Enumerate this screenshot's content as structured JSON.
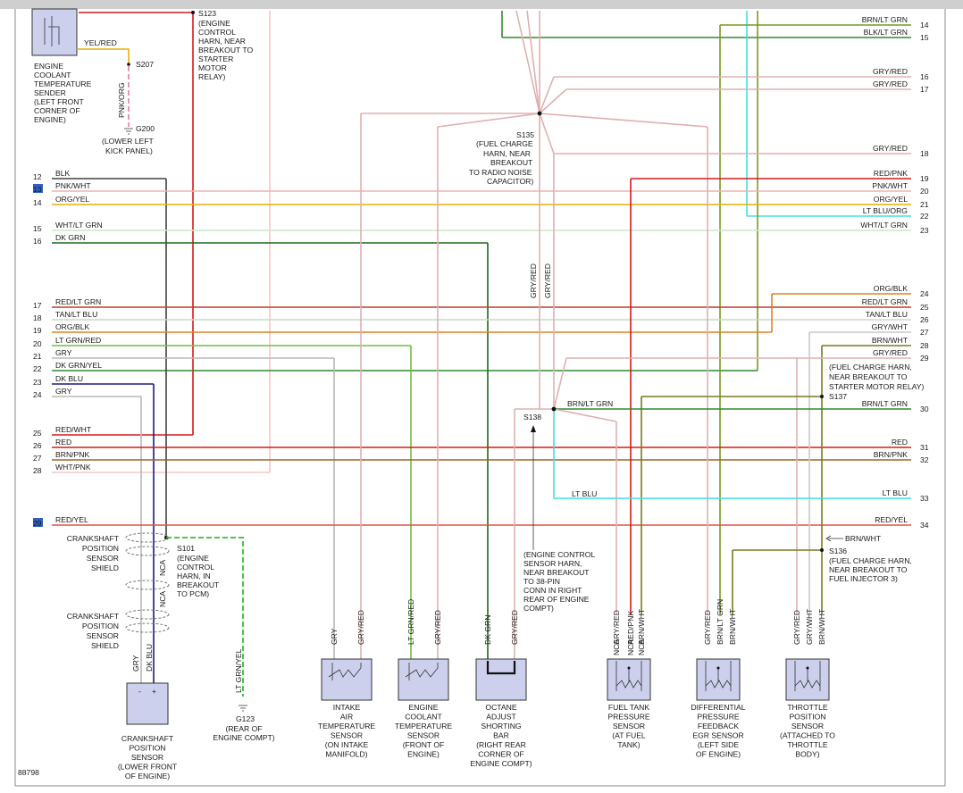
{
  "diagram_id": "88798",
  "colors": {
    "red": "#d81818",
    "pink": "#f0b0b0",
    "lightpink": "#f4c8c8",
    "rose": "#d8a0a0",
    "green": "#2e8b2e",
    "darkgreen": "#1a6a1a",
    "lightgreen": "#8ed08e",
    "gray": "#b8b8b8",
    "orange": "#e08020",
    "yellow": "#e8b000",
    "blue": "#1a1a80",
    "ltblue": "#40e0e0",
    "brown": "#a0602a",
    "olive": "#7a7a20",
    "black": "#404040"
  },
  "left_wires": [
    {
      "num": "12",
      "label": "BLK"
    },
    {
      "num": "13",
      "label": "PNK/WHT"
    },
    {
      "num": "14",
      "label": "ORG/YEL"
    },
    {
      "num": "15",
      "label": "WHT/LT GRN"
    },
    {
      "num": "16",
      "label": "DK GRN"
    },
    {
      "num": "17",
      "label": "RED/LT GRN"
    },
    {
      "num": "18",
      "label": "TAN/LT BLU"
    },
    {
      "num": "19",
      "label": "ORG/BLK"
    },
    {
      "num": "20",
      "label": "LT GRN/RED"
    },
    {
      "num": "21",
      "label": "GRY"
    },
    {
      "num": "22",
      "label": "DK GRN/YEL"
    },
    {
      "num": "23",
      "label": "DK BLU"
    },
    {
      "num": "24",
      "label": "GRY"
    },
    {
      "num": "25",
      "label": "RED/WHT"
    },
    {
      "num": "26",
      "label": "RED"
    },
    {
      "num": "27",
      "label": "BRN/PNK"
    },
    {
      "num": "28",
      "label": "WHT/PNK"
    },
    {
      "num": "29",
      "label": "RED/YEL"
    }
  ],
  "right_wires": [
    {
      "num": "14",
      "label": "BRN/LT GRN"
    },
    {
      "num": "15",
      "label": "BLK/LT GRN"
    },
    {
      "num": "16",
      "label": "GRY/RED"
    },
    {
      "num": "17",
      "label": "GRY/RED"
    },
    {
      "num": "18",
      "label": "GRY/RED"
    },
    {
      "num": "19",
      "label": "RED/PNK"
    },
    {
      "num": "20",
      "label": "PNK/WHT"
    },
    {
      "num": "21",
      "label": "ORG/YEL"
    },
    {
      "num": "22",
      "label": "LT BLU/ORG"
    },
    {
      "num": "23",
      "label": "WHT/LT GRN"
    },
    {
      "num": "24",
      "label": "ORG/BLK"
    },
    {
      "num": "25",
      "label": "RED/LT GRN"
    },
    {
      "num": "26",
      "label": "TAN/LT BLU"
    },
    {
      "num": "27",
      "label": "GRY/WHT"
    },
    {
      "num": "28",
      "label": "BRN/WHT"
    },
    {
      "num": "29",
      "label": "GRY/RED"
    },
    {
      "num": "30",
      "label": "BRN/LT GRN"
    },
    {
      "num": "31",
      "label": "RED"
    },
    {
      "num": "32",
      "label": "BRN/PNK"
    },
    {
      "num": "33",
      "label": "LT BLU"
    },
    {
      "num": "34",
      "label": "RED/YEL"
    }
  ],
  "splices": {
    "s123": {
      "id": "S123",
      "desc": [
        "(ENGINE",
        "CONTROL",
        "HARN, NEAR",
        "BREAKOUT TO",
        "STARTER",
        "MOTOR",
        "RELAY)"
      ]
    },
    "s207": {
      "id": "S207"
    },
    "g200": {
      "id": "G200",
      "desc": [
        "(LOWER LEFT",
        "KICK PANEL)"
      ]
    },
    "s135": {
      "id": "S135",
      "desc": [
        "(FUEL CHARGE",
        "HARN, NEAR",
        "BREAKOUT",
        "TO RADIO NOISE",
        "CAPACITOR)"
      ]
    },
    "s138": {
      "id": "S138",
      "desc": [
        "(ENGINE CONTROL",
        "SENSOR HARN,",
        "NEAR BREAKOUT",
        "TO 38-PIN",
        "CONN IN RIGHT",
        "REAR OF ENGINE",
        "COMPT)"
      ]
    },
    "s137": {
      "id": "S137",
      "desc": [
        "(FUEL CHARGE HARN,",
        "NEAR BREAKOUT TO",
        "STARTER MOTOR RELAY)"
      ]
    },
    "s136": {
      "id": "S136",
      "desc": [
        "(FUEL CHARGE HARN,",
        "NEAR BREAKOUT TO",
        "FUEL INJECTOR 3)"
      ]
    },
    "s101": {
      "id": "S101",
      "desc": [
        "(ENGINE",
        "CONTROL",
        "HARN, IN",
        "BREAKOUT",
        "TO PCM)"
      ]
    },
    "g123": {
      "id": "G123",
      "desc": [
        "(REAR OF",
        "ENGINE COMPT)"
      ]
    }
  },
  "misc_labels": {
    "yel_red": "YEL/RED",
    "pnk_org": "PNK/ORG",
    "gry_red": "GRY/RED",
    "brn_lt_grn": "BRN/LT GRN",
    "lt_blu": "LT BLU",
    "brn_wht": "BRN/WHT",
    "nca": "NCA",
    "lt_grn_yel": "LT GRN/YEL",
    "gry": "GRY",
    "dk_blu": "DK BLU",
    "crank_shield": [
      "CRANKSHAFT",
      "POSITION",
      "SENSOR",
      "SHIELD"
    ],
    "minus": "-",
    "plus": "+"
  },
  "ect_sender": {
    "desc": [
      "ENGINE",
      "COOLANT",
      "TEMPERATURE",
      "SENDER",
      "(LEFT FRONT",
      "CORNER OF",
      "ENGINE)"
    ]
  },
  "sensors": [
    {
      "key": "ckp",
      "pins": [
        "GRY",
        "DK BLU"
      ],
      "desc": [
        "CRANKSHAFT",
        "POSITION",
        "SENSOR",
        "(LOWER FRONT",
        "OF ENGINE)"
      ]
    },
    {
      "key": "iat",
      "pins": [
        "GRY",
        "GRY/RED"
      ],
      "desc": [
        "INTAKE",
        "AIR",
        "TEMPERATURE",
        "SENSOR",
        "(ON INTAKE",
        "MANIFOLD)"
      ]
    },
    {
      "key": "ect",
      "pins": [
        "LT GRN/RED",
        "GRY/RED"
      ],
      "desc": [
        "ENGINE",
        "COOLANT",
        "TEMPERATURE",
        "SENSOR",
        "(FRONT OF",
        "ENGINE)"
      ]
    },
    {
      "key": "oct",
      "pins": [
        "DK GRN",
        "GRY/RED"
      ],
      "desc": [
        "OCTANE",
        "ADJUST",
        "SHORTING",
        "BAR",
        "(RIGHT REAR",
        "CORNER OF",
        "ENGINE COMPT)"
      ]
    },
    {
      "key": "ftp",
      "pins": [
        "GRY/RED",
        "RED/PNK",
        "BRN/WHT"
      ],
      "desc": [
        "FUEL TANK",
        "PRESSURE",
        "SENSOR",
        "(AT FUEL",
        "TANK)"
      ]
    },
    {
      "key": "dpfe",
      "pins": [
        "GRY/RED",
        "BRN/LT GRN",
        "BRN/WHT"
      ],
      "desc": [
        "DIFFERENTIAL",
        "PRESSURE",
        "FEEDBACK",
        "EGR SENSOR",
        "(LEFT SIDE",
        "OF ENGINE)"
      ]
    },
    {
      "key": "tps",
      "pins": [
        "GRY/RED",
        "GRY/WHT",
        "BRN/WHT"
      ],
      "desc": [
        "THROTTLE",
        "POSITION",
        "SENSOR",
        "(ATTACHED TO",
        "THROTTLE",
        "BODY)"
      ]
    }
  ]
}
